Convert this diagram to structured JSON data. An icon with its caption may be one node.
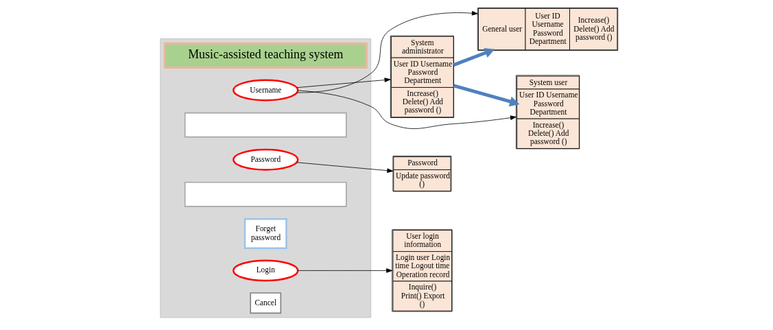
{
  "diagram": {
    "nodes": [
      {
        "text": [
          "System administrator",
          "User ID Username Password Department",
          "Increase() Delete() Add password ()"
        ]
      },
      {
        "text": [
          "General user",
          "User ID Username Password Department",
          "Increase() Delete() Add password ()"
        ]
      },
      {
        "text": [
          "Password",
          "Update password ()"
        ]
      },
      {
        "text": [
          "User login information",
          "Login user Login time Logout time Operation record",
          "Inquire() Print() Export ()"
        ]
      },
      {
        "text": [
          "System user",
          "User ID Username Password Department",
          "Increase() Delete() Add password ()"
        ]
      },
      {
        "text": [],
        "shape": "box"
      },
      {
        "text": [
          "Music-assisted teaching system"
        ],
        "in": 5
      },
      {
        "text": [
          "Username"
        ],
        "in": 5
      },
      {
        "text": [],
        "shape": "box",
        "in": 5
      },
      {
        "text": [
          "Password"
        ],
        "in": 5
      },
      {
        "text": [],
        "shape": "box",
        "in": 5
      },
      {
        "text": [
          "Forget password"
        ],
        "in": 5
      },
      {
        "text": [
          "Login"
        ],
        "in": 5
      },
      {
        "text": [
          "Cancel"
        ],
        "in": 5
      }
    ],
    "edges": [
      {
        "from": 0,
        "to": 1,
        "arrow": "to",
        "style": "thick",
        "color": "#4f81bd"
      },
      {
        "from": 0,
        "to": 4,
        "arrow": "to",
        "style": "thick",
        "color": "#4f81bd"
      },
      {
        "from": 7,
        "to": 0,
        "arrow": "to"
      },
      {
        "from": 7,
        "to": 1,
        "arrow": "to"
      },
      {
        "from": 7,
        "to": 4,
        "arrow": "to"
      },
      {
        "from": 9,
        "to": 2,
        "arrow": "to"
      },
      {
        "from": 12,
        "to": 3,
        "arrow": "to"
      }
    ]
  }
}
